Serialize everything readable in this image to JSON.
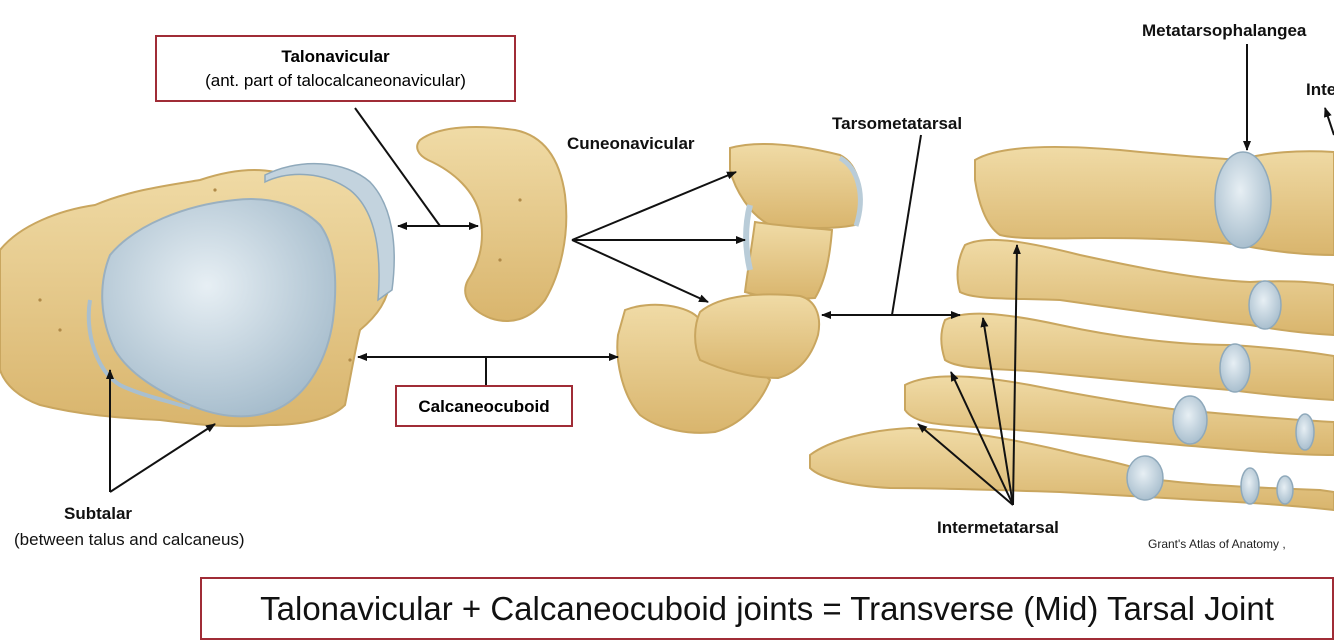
{
  "labels": {
    "talonavicular": "Talonavicular",
    "talonavicular_note": "(ant. part of talocalcaneonavicular)",
    "cuneonavicular": "Cuneonavicular",
    "tarsometatarsal": "Tarsometatarsal",
    "metatarsophalangeal": "Metatarsophalangea",
    "inter": "Inte",
    "calcaneocuboid": "Calcaneocuboid",
    "subtalar": "Subtalar",
    "subtalar_note": "(between talus and calcaneus)",
    "intermetatarsal": "Intermetatarsal"
  },
  "credit": "Grant's Atlas of Anatomy ,",
  "summary": "Talonavicular + Calcaneocuboid joints = Transverse (Mid) Tarsal Joint",
  "colors": {
    "bone": "#e9cf94",
    "bone_shadow": "#c9a65f",
    "cartilage": "#b9ccd8",
    "box_border": "#a02c36",
    "arrow": "#111111"
  }
}
